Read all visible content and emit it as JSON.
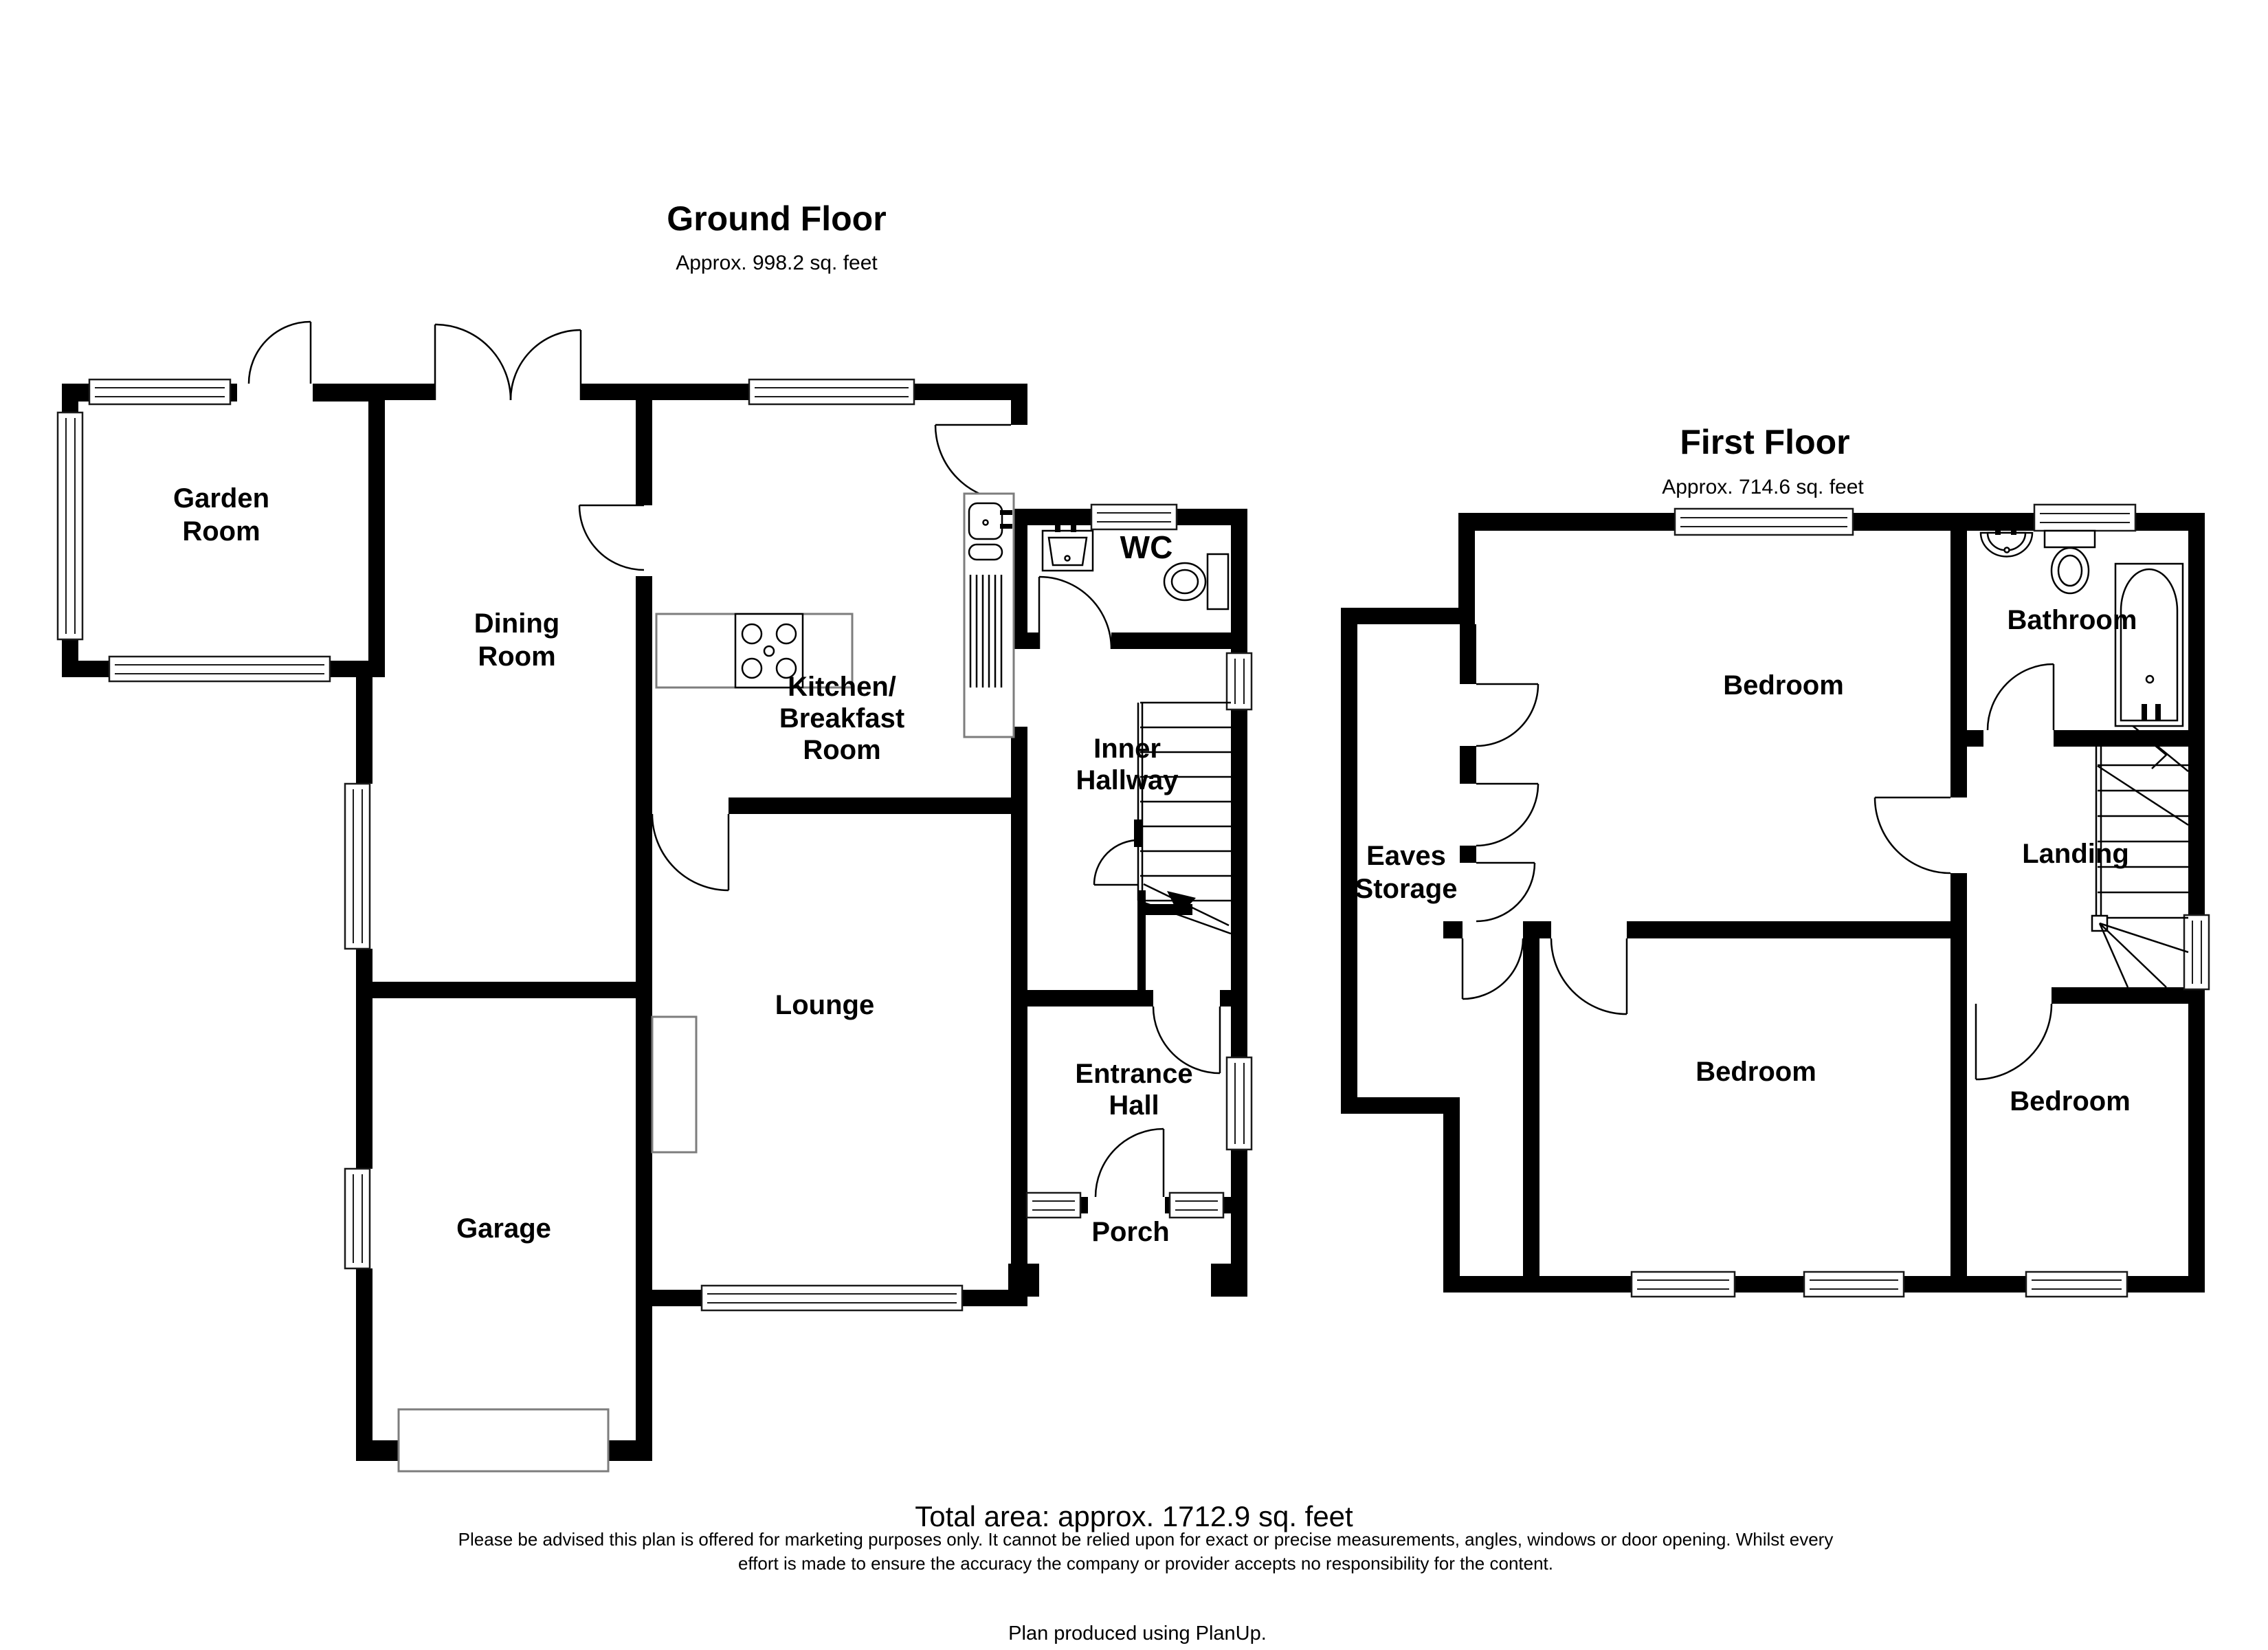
{
  "ground_floor": {
    "title": "Ground Floor",
    "area": "Approx. 998.2 sq. feet",
    "rooms": {
      "garden_room": [
        "Garden",
        "Room"
      ],
      "dining_room": [
        "Dining",
        "Room"
      ],
      "kitchen": [
        "Kitchen/",
        "Breakfast",
        "Room"
      ],
      "wc": "WC",
      "inner_hallway": [
        "Inner",
        "Hallway"
      ],
      "lounge": "Lounge",
      "entrance_hall": [
        "Entrance",
        "Hall"
      ],
      "garage": "Garage",
      "porch": "Porch"
    }
  },
  "first_floor": {
    "title": "First Floor",
    "area": "Approx. 714.6 sq. feet",
    "rooms": {
      "eaves_storage": [
        "Eaves",
        "Storage"
      ],
      "bedroom_top": "Bedroom",
      "bathroom": "Bathroom",
      "landing": "Landing",
      "bedroom_middle": "Bedroom",
      "bedroom_right": "Bedroom"
    }
  },
  "footer": {
    "total_area": "Total area: approx. 1712.9 sq. feet",
    "disclaimer_line1": "Please be advised this plan is offered for marketing purposes only. It cannot be relied upon for exact or precise measurements, angles, windows or door opening. Whilst every",
    "disclaimer_line2": "effort is made to ensure the accuracy the company or provider accepts no responsibility for the content.",
    "credit": "Plan produced using PlanUp."
  },
  "colors": {
    "wall": "#000000",
    "counter_outline": "#7d7d7d",
    "background": "#ffffff"
  }
}
